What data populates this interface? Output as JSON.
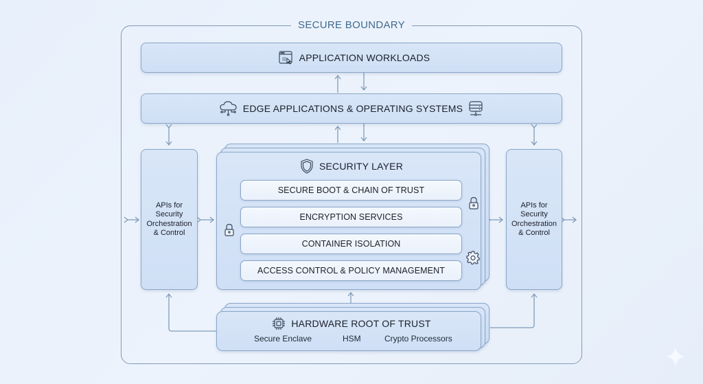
{
  "boundary": {
    "title": "SECURE BOUNDARY"
  },
  "layers": {
    "application": {
      "label": "APPLICATION WORKLOADS",
      "icon": "app-window-cursor-icon"
    },
    "edge": {
      "label": "EDGE APPLICATIONS & OPERATING SYSTEMS",
      "icon_left": "cloud-network-icon",
      "icon_right": "server-icon"
    },
    "security": {
      "label": "SECURITY LAYER",
      "icon": "shield-icon",
      "components": [
        {
          "label": "SECURE BOOT & CHAIN OF TRUST"
        },
        {
          "label": "ENCRYPTION SERVICES"
        },
        {
          "label": "CONTAINER ISOLATION"
        },
        {
          "label": "ACCESS CONTROL & POLICY MANAGEMENT"
        }
      ],
      "side_icons": [
        "padlock-icon",
        "padlock-icon",
        "gear-icon"
      ]
    },
    "hardware": {
      "label": "HARDWARE ROOT OF TRUST",
      "icon": "chip-icon",
      "items": [
        "Secure Enclave",
        "HSM",
        "Crypto Processors"
      ]
    }
  },
  "api_left": {
    "lines": [
      "APIs for",
      "Security",
      "Orchestration",
      "& Control"
    ]
  },
  "api_right": {
    "lines": [
      "APIs for",
      "Security",
      "Orchestration",
      "& Control"
    ]
  },
  "colors": {
    "line": "#7f9bb8",
    "box_fill": "#d3e2f6",
    "title": "#3f6a8e"
  }
}
